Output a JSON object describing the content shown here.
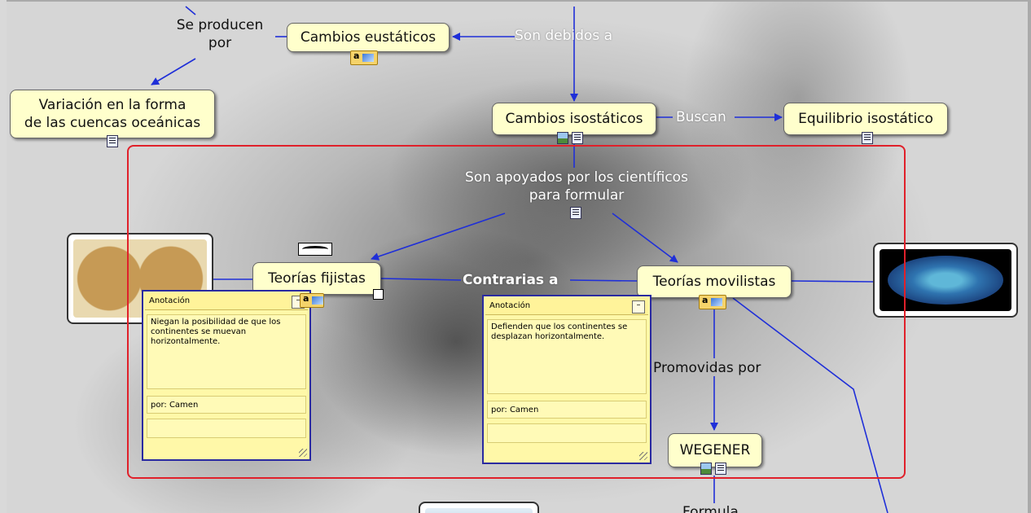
{
  "nodes": {
    "cambios_eustaticos": "Cambios eustáticos",
    "variacion_linea1": "Variación en la forma",
    "variacion_linea2": "de las cuencas oceánicas",
    "cambios_isostaticos": "Cambios isostáticos",
    "equilibrio_isostatico": "Equilibrio isostático",
    "teorias_fijistas": "Teorías fijistas",
    "teorias_movilistas": "Teorías movilistas",
    "wegener": "WEGENER"
  },
  "link_labels": {
    "se_producen_linea1": "Se producen",
    "se_producen_linea2": "por",
    "son_debidos_a": "Son debidos a",
    "buscan": "Buscan",
    "son_apoyados_linea1": "Son apoyados por los científicos",
    "son_apoyados_linea2": "para formular",
    "contrarias_a": "Contrarias a",
    "promovidas_por": "Promovidas por",
    "formula": "Formula"
  },
  "annotations": [
    {
      "title": "Anotación",
      "text": "Niegan la posibilidad de que los continentes se muevan horizontalmente.",
      "author": "por: Camen"
    },
    {
      "title": "Anotación",
      "text": "Defienden que los continentes se desplazan horizontalmente.",
      "author": "por: Camen"
    }
  ],
  "colors": {
    "node_fill": "#ffffcc",
    "link_line": "#1f2fd8",
    "selection_border": "#e0202a",
    "annotation_fill": "#fff8a8",
    "annotation_border": "#2a2aa0"
  },
  "icons": {
    "document": "document-icon",
    "image": "image-icon",
    "note": "annotation-icon"
  }
}
